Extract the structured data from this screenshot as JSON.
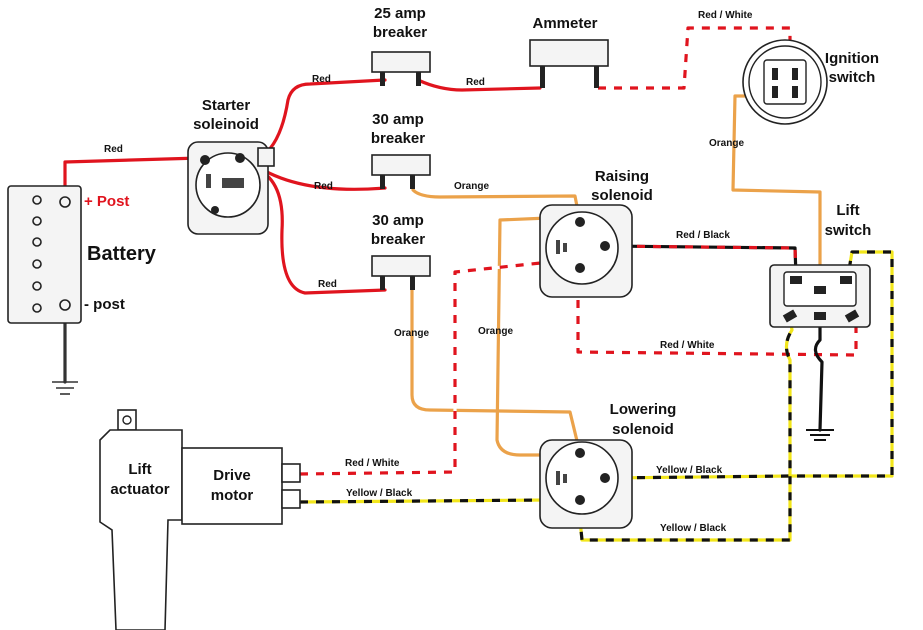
{
  "colors": {
    "red": "#e0141e",
    "orange": "#eba24a",
    "black": "#111111",
    "white": "#ffffff",
    "yellow": "#f2e61c"
  },
  "components": {
    "breaker25": [
      "25 amp",
      "breaker"
    ],
    "ammeter": "Ammeter",
    "ignition": [
      "Ignition",
      "switch"
    ],
    "starter": [
      "Starter",
      "soleinoid"
    ],
    "breaker30a": [
      "30 amp",
      "breaker"
    ],
    "breaker30b": [
      "30 amp",
      "breaker"
    ],
    "raising": [
      "Raising",
      "solenoid"
    ],
    "lift_switch": [
      "Lift",
      "switch"
    ],
    "battery": "Battery",
    "pos_post": "+ Post",
    "neg_post": "- post",
    "lowering": [
      "Lowering",
      "solenoid"
    ],
    "lift_actuator": [
      "Lift",
      "actuator"
    ],
    "drive_motor": [
      "Drive",
      "motor"
    ]
  },
  "wire_labels": {
    "red_batt": "Red",
    "red_starter_25": "Red",
    "red_25_ammeter": "Red",
    "red_white_ignition": "Red / White",
    "red_starter_30a": "Red",
    "red_starter_30b": "Red",
    "orange_30a": "Orange",
    "orange_ignition": "Orange",
    "red_black_raising": "Red / Black",
    "red_white_raising": "Red / White",
    "orange_30b": "Orange",
    "orange_mid": "Orange",
    "red_white_motor": "Red / White",
    "yellow_black_motor": "Yellow / Black",
    "yellow_black_lowering": "Yellow / Black",
    "yellow_black_bottom": "Yellow / Black"
  }
}
